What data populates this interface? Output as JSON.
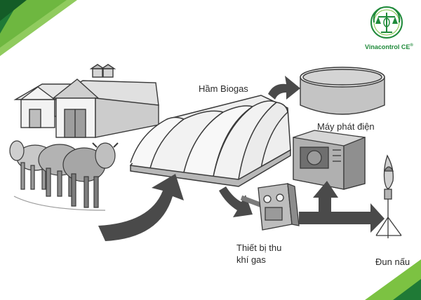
{
  "labels": {
    "digester": "Hầm Biogas",
    "generator": "Máy phát điện",
    "collector_line1": "Thiết bị thu",
    "collector_line2": "khí gas",
    "stove": "Đun nấu"
  },
  "brand": {
    "name": "Vinacontrol CE",
    "mark": "®"
  },
  "colors": {
    "brand_green": "#1f8a3a",
    "brand_light_green": "#7cc242",
    "arrow_gray": "#4a4a4a",
    "line_art": "#3a3a3a"
  }
}
